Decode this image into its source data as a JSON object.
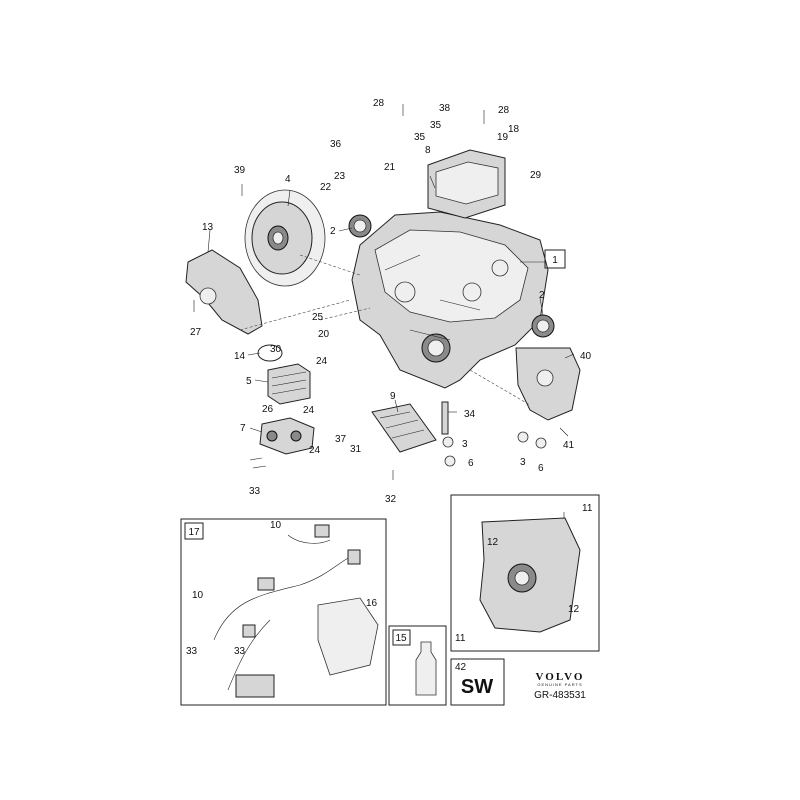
{
  "callouts": {
    "c1": "1",
    "c2a": "2",
    "c2b": "2",
    "c3a": "3",
    "c3b": "3",
    "c4": "4",
    "c5": "5",
    "c6a": "6",
    "c6b": "6",
    "c7": "7",
    "c8": "8",
    "c9": "9",
    "c10a": "10",
    "c10b": "10",
    "c11a": "11",
    "c11b": "11",
    "c12a": "12",
    "c12b": "12",
    "c13": "13",
    "c14": "14",
    "c15": "15",
    "c16": "16",
    "c17": "17",
    "c18": "18",
    "c19": "19",
    "c20": "20",
    "c21": "21",
    "c22": "22",
    "c23": "23",
    "c24a": "24",
    "c24b": "24",
    "c24c": "24",
    "c25": "25",
    "c26": "26",
    "c27": "27",
    "c28a": "28",
    "c28b": "28",
    "c29": "29",
    "c30": "30",
    "c31": "31",
    "c32": "32",
    "c33a": "33",
    "c33b": "33",
    "c33c": "33",
    "c34": "34",
    "c35a": "35",
    "c35b": "35",
    "c36": "36",
    "c37": "37",
    "c38": "38",
    "c39": "39",
    "c40": "40",
    "c41": "41",
    "c42": "42"
  },
  "sw_label": "SW",
  "brand": {
    "name": "VOLVO",
    "tagline": "GENUINE PARTS"
  },
  "reference": "GR-483531"
}
